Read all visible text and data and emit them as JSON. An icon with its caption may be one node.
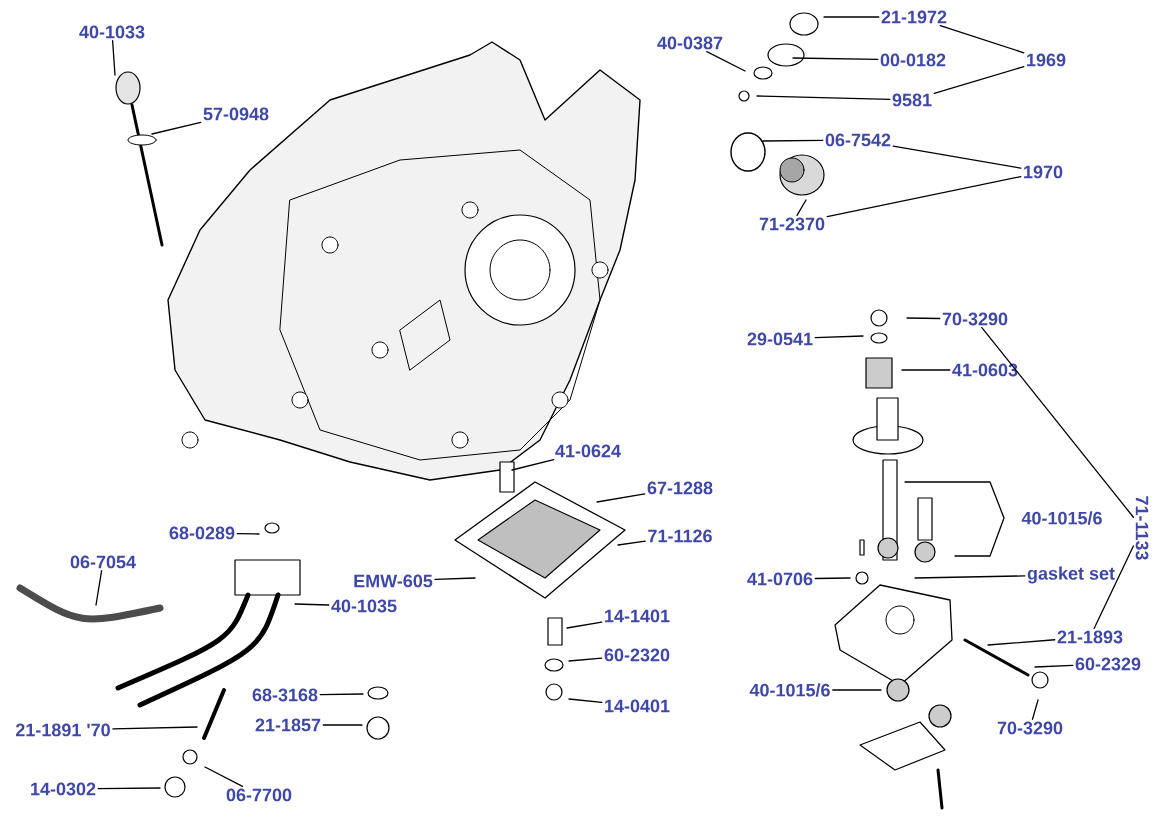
{
  "diagram": {
    "nodes": [
      {
        "text": [
          "40-1033"
        ]
      },
      {
        "text": [
          "40-0387"
        ]
      },
      {
        "text": [
          "21-1972"
        ]
      },
      {
        "text": [
          "00-0182"
        ]
      },
      {
        "text": [
          "1969"
        ]
      },
      {
        "text": [
          "9581"
        ]
      },
      {
        "text": [
          "57-0948"
        ]
      },
      {
        "text": [
          "06-7542"
        ]
      },
      {
        "text": [
          "1970"
        ]
      },
      {
        "text": [
          "71-2370"
        ]
      },
      {
        "text": [
          "70-3290"
        ]
      },
      {
        "text": [
          "29-0541"
        ]
      },
      {
        "text": [
          "41-0603"
        ]
      },
      {
        "text": [
          "41-0624"
        ]
      },
      {
        "text": [
          "67-1288"
        ]
      },
      {
        "text": [
          "71-1133"
        ]
      },
      {
        "text": [
          "68-0289"
        ]
      },
      {
        "text": [
          "71-1126"
        ]
      },
      {
        "text": [
          "06-7054"
        ]
      },
      {
        "text": [
          "EMW-605"
        ]
      },
      {
        "text": [
          "41-0706"
        ]
      },
      {
        "text": [
          "gasket set"
        ]
      },
      {
        "text": [
          "40-1035"
        ]
      },
      {
        "text": [
          "14-1401"
        ]
      },
      {
        "text": [
          "21-1893"
        ]
      },
      {
        "text": [
          "60-2320"
        ]
      },
      {
        "text": [
          "60-2329"
        ]
      },
      {
        "text": [
          "68-3168"
        ]
      },
      {
        "text": [
          "40-1015/6"
        ]
      },
      {
        "text": [
          "14-0401"
        ]
      },
      {
        "text": [
          "21-1857"
        ]
      },
      {
        "text": [
          "21-1891 '70"
        ]
      },
      {
        "text": [
          "70-3290"
        ]
      },
      {
        "text": [
          "14-0302"
        ]
      },
      {
        "text": [
          "06-7700"
        ]
      }
    ],
    "edges": [
      {
        "from": 0,
        "to": null,
        "arrow": "none"
      },
      {
        "from": 1,
        "to": null,
        "arrow": "none"
      },
      {
        "from": 2,
        "to": null,
        "arrow": "none"
      },
      {
        "from": 3,
        "to": null,
        "arrow": "none"
      },
      {
        "from": 5,
        "to": null,
        "arrow": "none"
      },
      {
        "from": 6,
        "to": null,
        "arrow": "none"
      },
      {
        "from": 7,
        "to": null,
        "arrow": "none"
      },
      {
        "from": 9,
        "to": null,
        "arrow": "none"
      },
      {
        "from": 10,
        "to": null,
        "arrow": "none"
      },
      {
        "from": 11,
        "to": null,
        "arrow": "none"
      },
      {
        "from": 12,
        "to": null,
        "arrow": "none"
      },
      {
        "from": 13,
        "to": null,
        "arrow": "none"
      },
      {
        "from": 14,
        "to": null,
        "arrow": "none"
      },
      {
        "from": 16,
        "to": null,
        "arrow": "none"
      },
      {
        "from": 17,
        "to": null,
        "arrow": "none"
      },
      {
        "from": 18,
        "to": null,
        "arrow": "none"
      },
      {
        "from": 19,
        "to": null,
        "arrow": "none"
      },
      {
        "from": 20,
        "to": null,
        "arrow": "none"
      },
      {
        "from": 21,
        "to": null,
        "arrow": "none"
      },
      {
        "from": 22,
        "to": null,
        "arrow": "none"
      },
      {
        "from": 23,
        "to": null,
        "arrow": "none"
      },
      {
        "from": 24,
        "to": null,
        "arrow": "none"
      },
      {
        "from": 25,
        "to": null,
        "arrow": "none"
      },
      {
        "from": 26,
        "to": null,
        "arrow": "none"
      },
      {
        "from": 27,
        "to": null,
        "arrow": "none"
      },
      {
        "from": 28,
        "to": null,
        "arrow": "none"
      },
      {
        "from": 29,
        "to": null,
        "arrow": "none"
      },
      {
        "from": 30,
        "to": null,
        "arrow": "none"
      },
      {
        "from": 31,
        "to": null,
        "arrow": "none"
      },
      {
        "from": 32,
        "to": null,
        "arrow": "none"
      },
      {
        "from": 33,
        "to": null,
        "arrow": "none"
      },
      {
        "from": 34,
        "to": null,
        "arrow": "none"
      },
      {
        "from": 4,
        "to": 2,
        "arrow": "none"
      },
      {
        "from": 4,
        "to": 5,
        "arrow": "none"
      },
      {
        "from": 8,
        "to": 7,
        "arrow": "none"
      },
      {
        "from": 8,
        "to": 9,
        "arrow": "none"
      },
      {
        "from": 15,
        "to": 10,
        "arrow": "none"
      },
      {
        "from": 15,
        "to": 24,
        "arrow": "none"
      }
    ],
    "labels": [
      "40-1015/6"
    ]
  }
}
